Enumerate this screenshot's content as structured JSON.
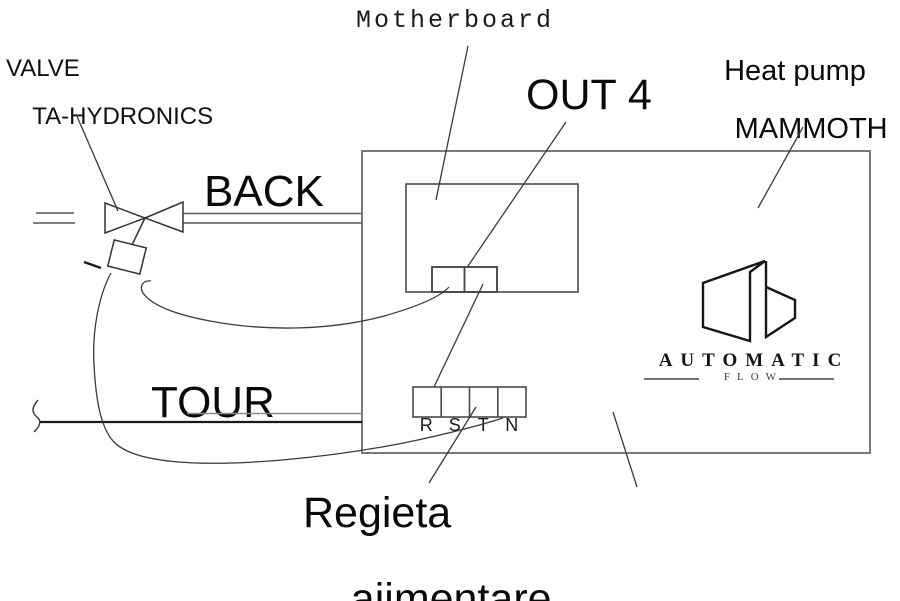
{
  "labels": {
    "valve": [
      "VALVE",
      "TA-HYDRONICS"
    ],
    "motherboard": "Motherboard",
    "out4": "OUT 4",
    "heat_pump": [
      "Heat pump",
      "MAMMOTH"
    ],
    "back": "BACK",
    "tour": "TOUR",
    "power_supply": [
      "Regieta",
      "aiimentare"
    ]
  },
  "terminals": {
    "power": [
      "R",
      "S",
      "T",
      "N"
    ]
  },
  "logo": {
    "brand": "AUTOMATIC",
    "sub_brand": "FLOW"
  },
  "colors": {
    "ink": "#000000",
    "thin_line": "#3a3a3a",
    "box_gray": "#7a7a7a",
    "background": "#ffffff"
  }
}
